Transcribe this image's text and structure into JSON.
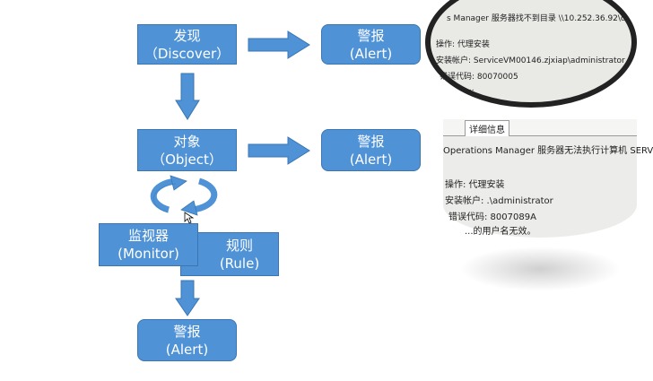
{
  "flow": {
    "discover": {
      "line1": "发现",
      "line2": "（Discover）"
    },
    "object": {
      "line1": "对象",
      "line2": "（Object）"
    },
    "monitor": {
      "line1": "监视器",
      "line2": "(Monitor)"
    },
    "rule": {
      "line1": "规则",
      "line2": "(Rule)"
    },
    "alert_top": {
      "line1": "警报",
      "line2": "(Alert)"
    },
    "alert_mid": {
      "line1": "警报",
      "line2": "(Alert)"
    },
    "alert_bottom": {
      "line1": "警报",
      "line2": "(Alert)"
    }
  },
  "colors": {
    "box_fill": "#4f92d6",
    "box_border": "#3a76b3",
    "box_text": "#ffffff"
  },
  "error_panel_1": {
    "line1": "s Manager 服务器找不到目录 \\\\10.252.36.92\\c",
    "line2": "操作: 代理安装",
    "line3": "安装帐户: ServiceVM00146.zjxiap\\administrator",
    "line4": "错误代码: 80070005",
    "line5": "..."
  },
  "error_panel_2": {
    "tab_label": "详细信息",
    "line1": "Operations Manager 服务器无法执行计算机 SERV",
    "line2": "操作: 代理安装",
    "line3": "安装帐户: .\\administrator",
    "line4": "错误代码: 8007089A",
    "line5": "...的用户名无效。"
  }
}
